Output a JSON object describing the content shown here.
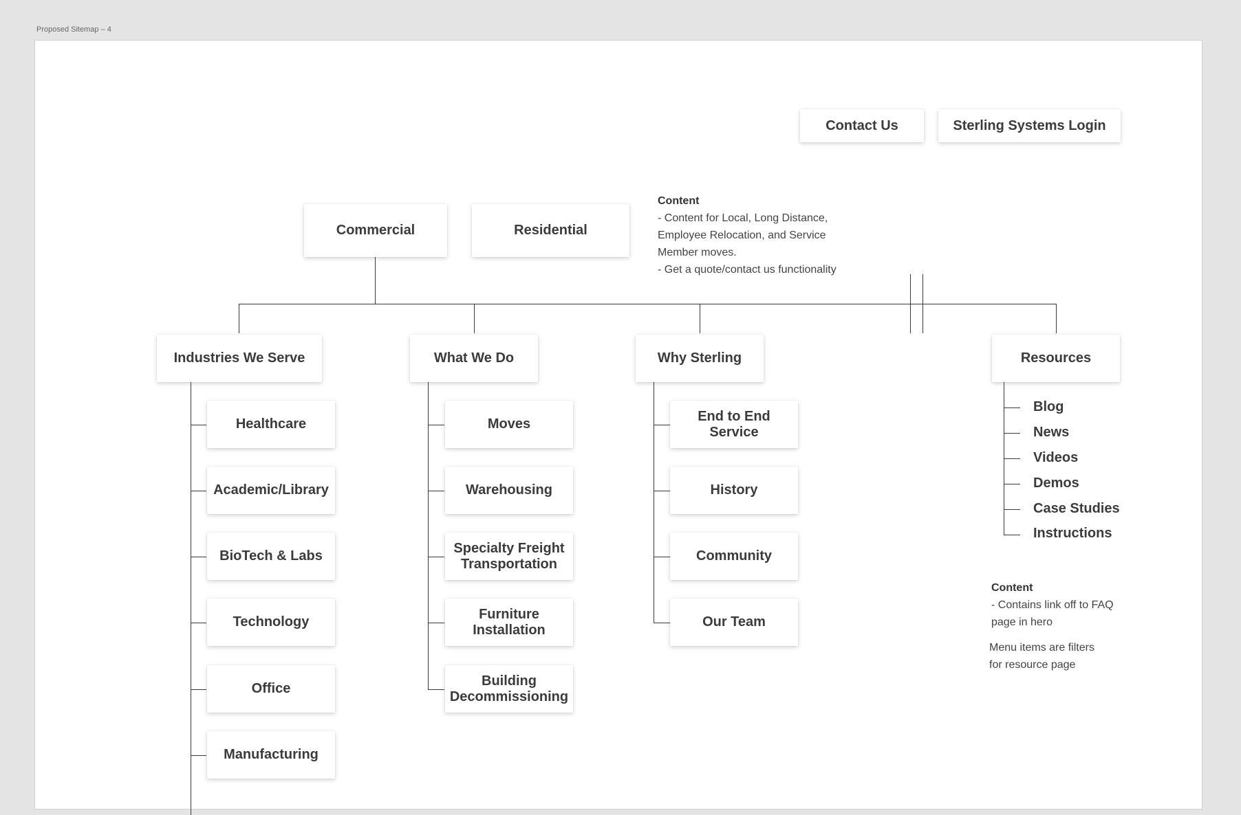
{
  "frame_label": "Proposed Sitemap – 4",
  "utility_nav": {
    "contact": "Contact Us",
    "login": "Sterling Systems Login"
  },
  "top_nodes": {
    "commercial": "Commercial",
    "residential": "Residential"
  },
  "residential_note": {
    "heading": "Content",
    "body": "- Content for Local, Long Distance,\nEmployee Relocation, and Service\nMember moves.\n- Get a quote/contact us functionality"
  },
  "sections": {
    "industries": {
      "title": "Industries We Serve",
      "children": [
        "Healthcare",
        "Academic/Library",
        "BioTech & Labs",
        "Technology",
        "Office",
        "Manufacturing"
      ]
    },
    "what_we_do": {
      "title": "What We Do",
      "children": [
        "Moves",
        "Warehousing",
        "Specialty Freight\nTransportation",
        "Furniture\nInstallation",
        "Building\nDecommissioning"
      ]
    },
    "why_sterling": {
      "title": "Why Sterling",
      "children": [
        "End to End\nService",
        "History",
        "Community",
        "Our Team"
      ]
    },
    "resources": {
      "title": "Resources",
      "children": [
        "Blog",
        "News",
        "Videos",
        "Demos",
        "Case Studies",
        "Instructions"
      ]
    }
  },
  "resources_note": {
    "heading": "Content",
    "body": "- Contains link off to FAQ\npage in hero"
  },
  "resources_filter_note": "Menu items are filters\nfor resource page"
}
